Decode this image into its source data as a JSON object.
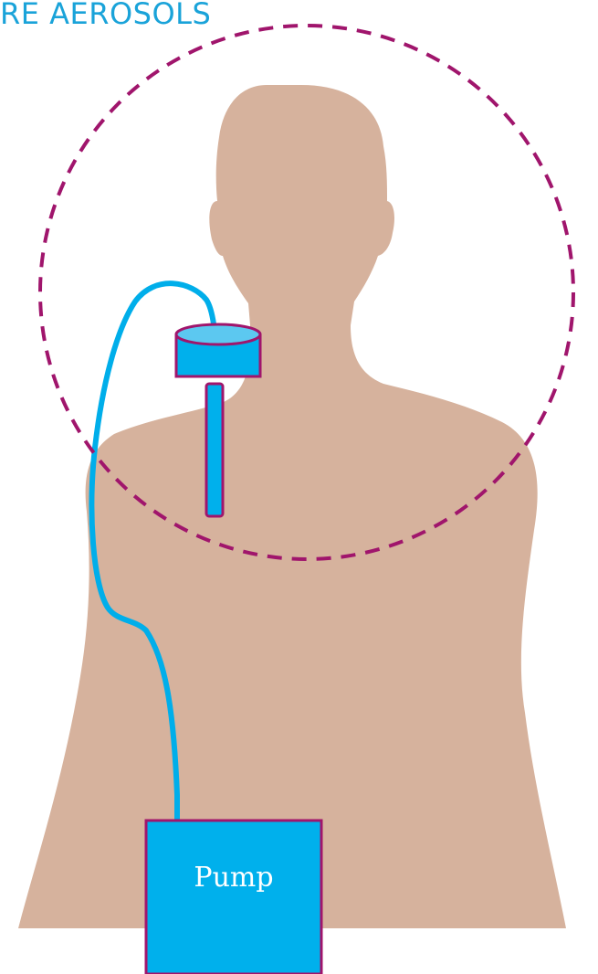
{
  "heading": {
    "text": "RE AEROSOLS",
    "color": "#1aa3d9"
  },
  "diagram": {
    "pump_label": "Pump",
    "colors": {
      "body": "#d6b29d",
      "device_fill": "#00b0ec",
      "outline": "#a0156c",
      "tube": "#00aeea",
      "zone_line": "#a0156c",
      "pump_text": "#ffffff"
    },
    "icons": {
      "figure": "human-torso-silhouette",
      "sampler": "sampler-cassette-icon",
      "zone": "breathing-zone-circle"
    }
  }
}
